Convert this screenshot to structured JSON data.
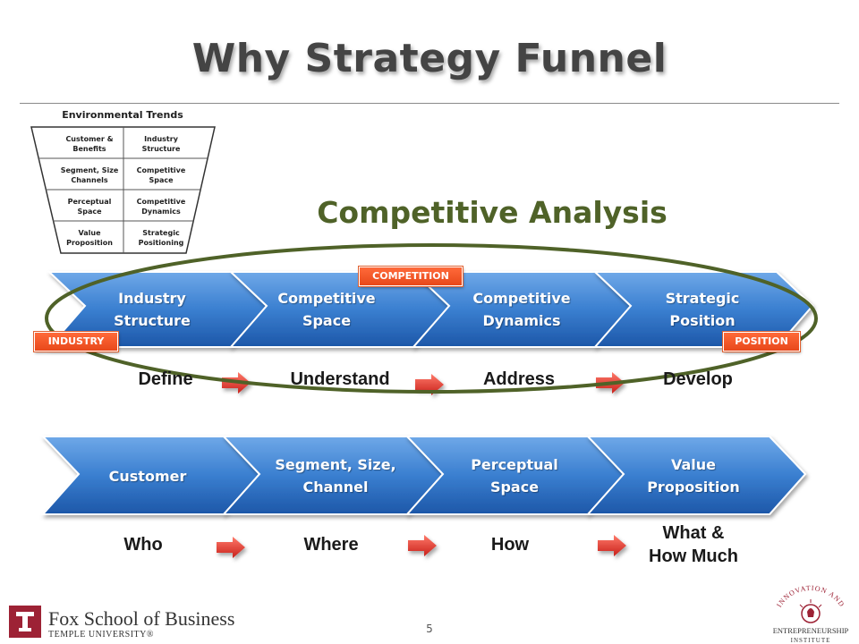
{
  "title": "Why Strategy Funnel",
  "funnel": {
    "heading": "Environmental Trends",
    "cells": [
      [
        "Customer &",
        "Benefits",
        "Industry",
        "Structure"
      ],
      [
        "Segment, Size",
        "Channels",
        "Competitive",
        "Space"
      ],
      [
        "Perceptual",
        "Space",
        "Competitive",
        "Dynamics"
      ],
      [
        "Value",
        "Proposition",
        "Strategic",
        "Positioning"
      ]
    ]
  },
  "competitive_heading": "Competitive Analysis",
  "row1": {
    "stages": [
      {
        "line1": "Industry",
        "line2": "Structure"
      },
      {
        "line1": "Competitive",
        "line2": "Space"
      },
      {
        "line1": "Competitive",
        "line2": "Dynamics"
      },
      {
        "line1": "Strategic",
        "line2": "Position"
      }
    ],
    "verbs": [
      "Define",
      "Understand",
      "Address",
      "Develop"
    ],
    "badges": {
      "industry": "INDUSTRY",
      "competition": "COMPETITION",
      "position": "POSITION"
    }
  },
  "row2": {
    "stages": [
      {
        "line1": "Customer",
        "line2": ""
      },
      {
        "line1": "Segment, Size,",
        "line2": "Channel"
      },
      {
        "line1": "Perceptual",
        "line2": "Space"
      },
      {
        "line1": "Value",
        "line2": "Proposition"
      }
    ],
    "verbs": [
      "Who",
      "Where",
      "How",
      "What &"
    ],
    "verb_last_line2": "How Much"
  },
  "footer": {
    "school": "Fox School of Business",
    "university": "TEMPLE UNIVERSITY®",
    "page_number": "5",
    "institute_arc": "INNOVATION AND",
    "institute_line1": "ENTREPRENEURSHIP",
    "institute_line2": "INSTITUTE"
  },
  "colors": {
    "chevron_top": "#5b9bd5",
    "chevron_bottom": "#1f5fb0",
    "ellipse": "#4f6228",
    "badge": "#f05a28",
    "arrow": "#e03a30",
    "brand_red": "#9d2235"
  }
}
